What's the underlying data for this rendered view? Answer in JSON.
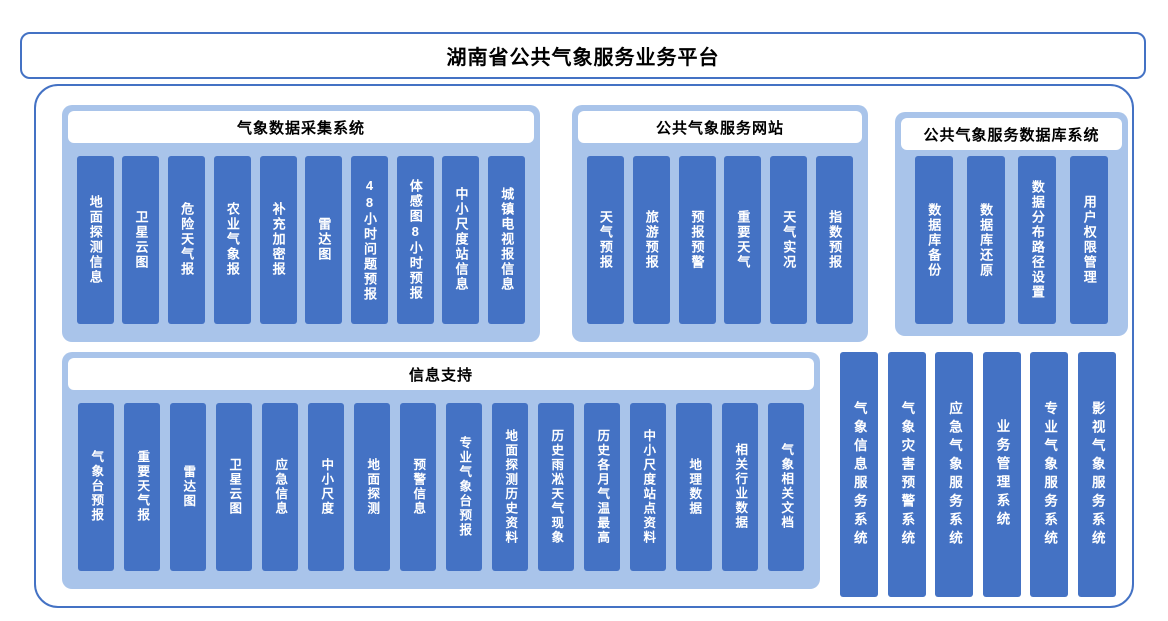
{
  "page": {
    "title": "湖南省公共气象服务业务平台"
  },
  "colors": {
    "accent": "#4472C4",
    "group_fill": "#A9C4EA",
    "bar_fill": "#4472C4",
    "bar_text": "#FFFFFF",
    "title_text": "#000000"
  },
  "groups": {
    "collection": {
      "title": "气象数据采集系统",
      "items": [
        "地面探测信息",
        "卫星云图",
        "危险天气报",
        "农业气象报",
        "补充加密报",
        "雷达图",
        "48小时问题预报",
        "体感图8小时预报",
        "中小尺度站信息",
        "城镇电视报信息"
      ]
    },
    "website": {
      "title": "公共气象服务网站",
      "items": [
        "天气预报",
        "旅游预报",
        "预报预警",
        "重要天气",
        "天气实况",
        "指数预报"
      ]
    },
    "database": {
      "title": "公共气象服务数据库系统",
      "items": [
        "数据库备份",
        "数据库还原",
        "数据分布路径设置",
        "用户权限管理"
      ]
    },
    "support": {
      "title": "信息支持",
      "items": [
        "气象台预报",
        "重要天气报",
        "雷达图",
        "卫星云图",
        "应急信息",
        "中小尺度",
        "地面探测",
        "预警信息",
        "专业气象台预报",
        "地面探测历史资料",
        "历史雨凇天气现象",
        "历史各月气温最高",
        "中小尺度站点资料",
        "地理数据",
        "相关行业数据",
        "气象相关文档"
      ]
    }
  },
  "systems": {
    "items": [
      "气象信息服务系统",
      "气象灾害预警系统",
      "应急气象服务系统",
      "业务管理系统",
      "专业气象服务系统",
      "影视气象服务系统"
    ]
  }
}
